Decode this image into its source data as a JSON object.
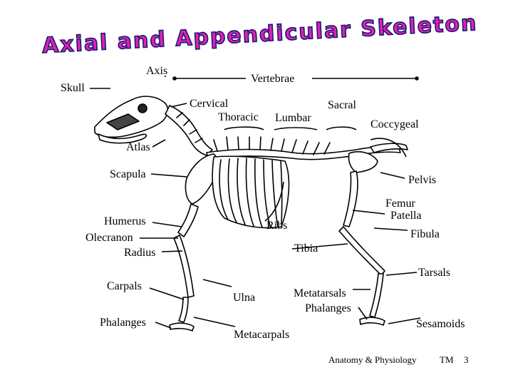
{
  "title": "Axial and Appendicular Skeleton",
  "colors": {
    "title_fill": "#e020b8",
    "title_stroke": "#1a1a6e",
    "line": "#000000",
    "bone": "#ffffff"
  },
  "labels": {
    "axis": "Axis",
    "skull": "Skull",
    "vertebrae": "Vertebrae",
    "cervical": "Cervical",
    "thoracic": "Thoracic",
    "lumbar": "Lumbar",
    "sacral": "Sacral",
    "coccygeal": "Coccygeal",
    "atlas": "Atlas",
    "scapula": "Scapula",
    "pelvis": "Pelvis",
    "femur": "Femur",
    "patella": "Patella",
    "humerus": "Humerus",
    "ribs": "Ribs",
    "fibula": "Fibula",
    "olecranon": "Olecranon",
    "radius": "Radius",
    "tibia": "Tibia",
    "tarsals": "Tarsals",
    "carpals": "Carpals",
    "ulna": "Ulna",
    "metatarsals": "Metatarsals",
    "phalanges_hind": "Phalanges",
    "phalanges_fore": "Phalanges",
    "sesamoids": "Sesamoids",
    "metacarpals": "Metacarpals"
  },
  "footer": {
    "course": "Anatomy & Physiology",
    "tm": "TM",
    "page": "3"
  }
}
